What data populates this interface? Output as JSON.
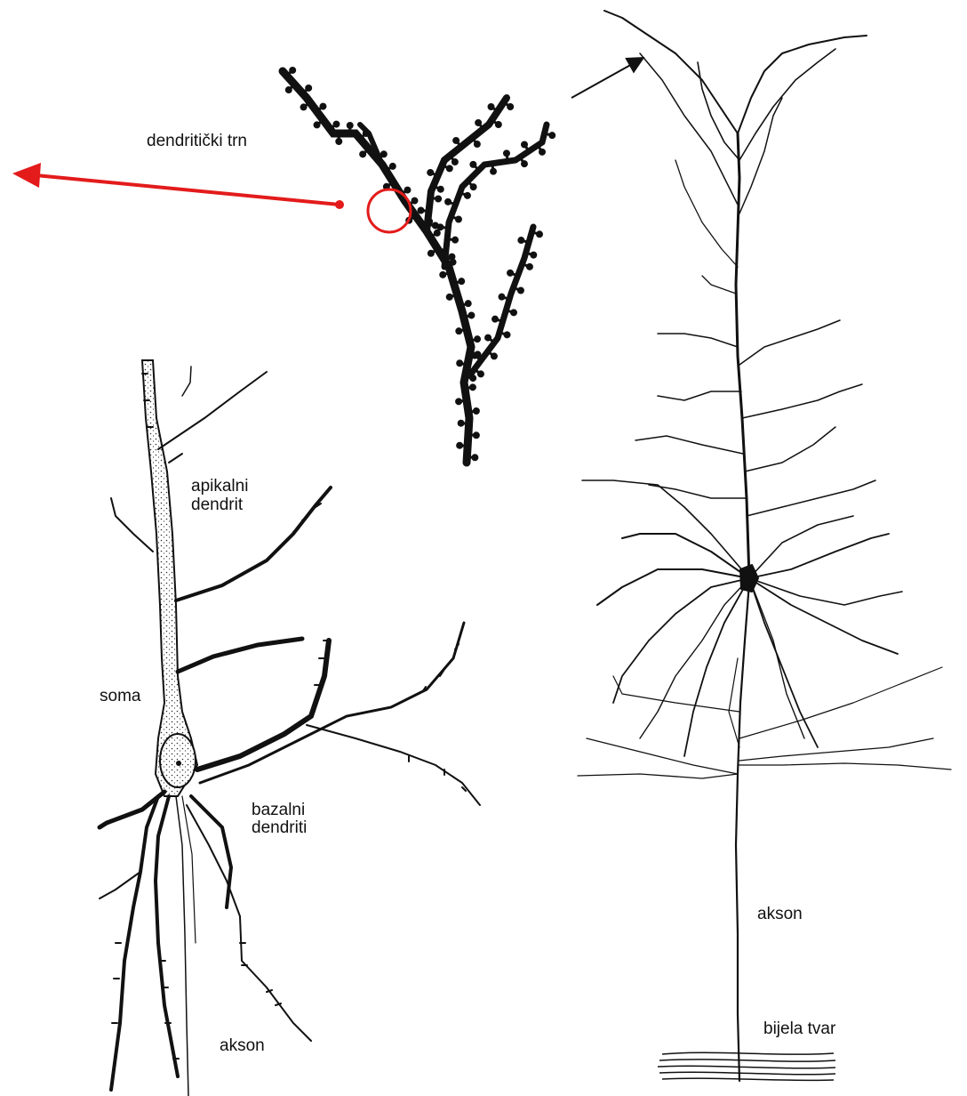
{
  "labels": {
    "spine": "dendritički trn",
    "apical_line1": "apikalni",
    "apical_line2": "dendrit",
    "soma": "soma",
    "basal_line1": "bazalni",
    "basal_line2": "dendriti",
    "axon_left": "akson",
    "axon_right": "akson",
    "white_matter": "bijela tvar"
  },
  "colors": {
    "ink": "#111111",
    "highlight": "#e31b1b",
    "stipple": "#d8d8d8"
  }
}
